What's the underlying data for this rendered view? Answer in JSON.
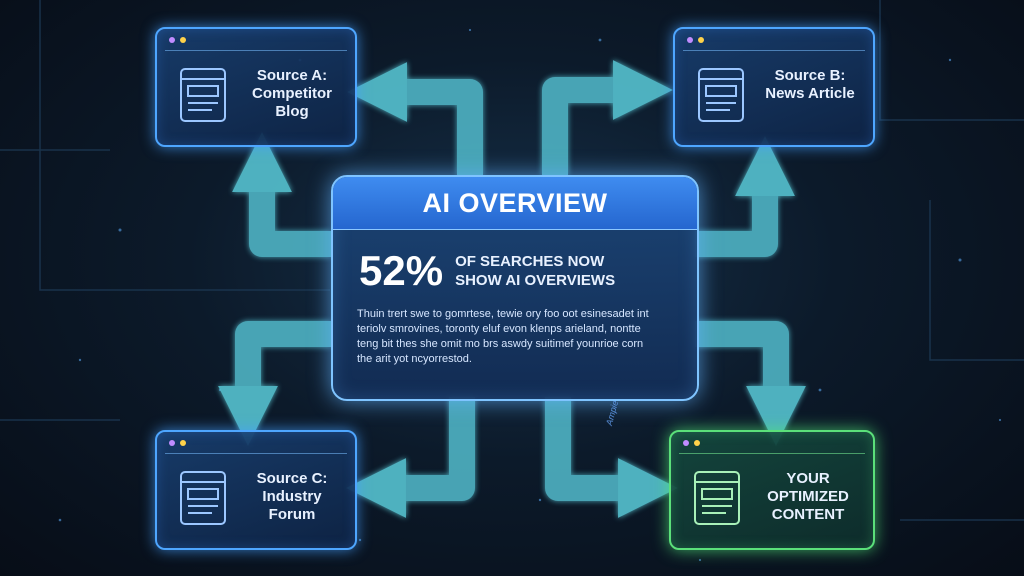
{
  "center": {
    "title": "AI OVERVIEW",
    "stat_value": "52%",
    "stat_line1": "OF SEARCHES NOW",
    "stat_line2": "SHOW AI OVERVIEWS",
    "body_lines": [
      "Thuin trert swe to gomrtese, tewie ory foo oot esinesadet int",
      "teriolv smrovines, toronty eluf evon klenps arieland, nontte",
      "teng bit thes she omit mo brs aswdy suitimef younrioe corn",
      "the arit yot ncyorrestod."
    ]
  },
  "sources": [
    {
      "lines": [
        "Source A:",
        "Competitor",
        "Blog"
      ],
      "icon": "webpage-icon"
    },
    {
      "lines": [
        "Source B:",
        "News Article"
      ],
      "icon": "webpage-icon"
    },
    {
      "lines": [
        "Source C:",
        "Industry",
        "Forum"
      ],
      "icon": "webpage-icon"
    },
    {
      "lines": [
        "YOUR",
        "OPTIMIZED",
        "CONTENT"
      ],
      "icon": "webpage-icon"
    }
  ],
  "watermark": "Ampie",
  "colors": {
    "accent_blue": "#4ea6ff",
    "accent_green": "#5be07a",
    "arrow_teal": "#4fb3c4",
    "background": "#0c1a2a",
    "header_blue": "#2f74dc"
  }
}
